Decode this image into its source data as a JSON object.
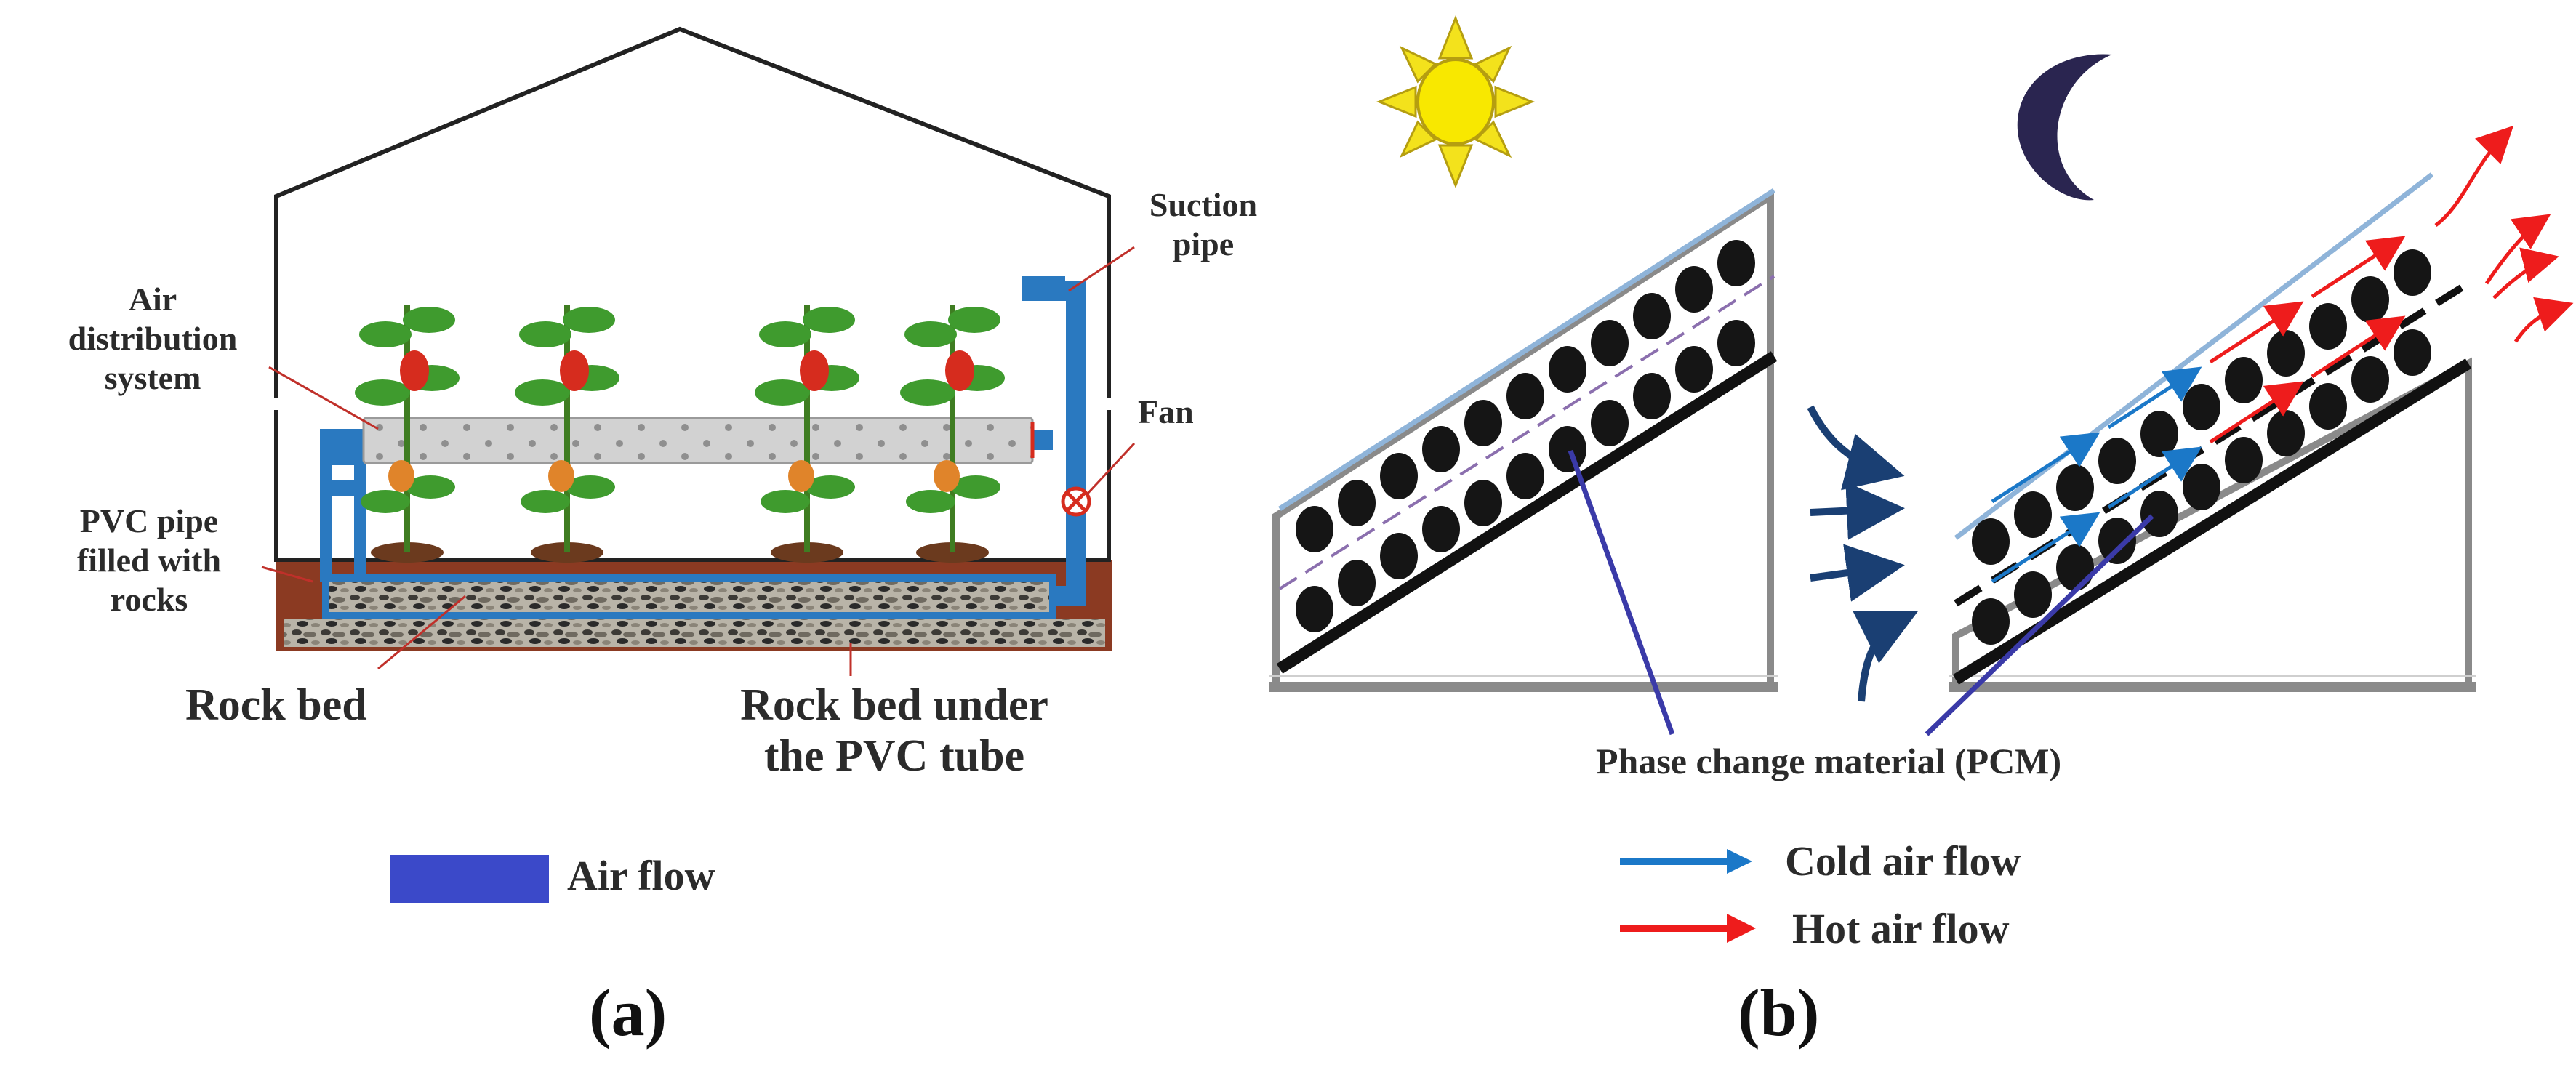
{
  "panel_a": {
    "label": "(a)",
    "labels": {
      "air_distribution": [
        "Air",
        "distribution",
        "system"
      ],
      "pvc_pipe": [
        "PVC  pipe",
        "filled with",
        "rocks"
      ],
      "suction_pipe": [
        "Suction",
        "pipe"
      ],
      "fan": "Fan",
      "rock_bed": "Rock bed",
      "rock_bed_under": [
        "Rock bed under",
        "the PVC tube"
      ]
    },
    "legend": {
      "air_flow": "Air flow",
      "air_flow_color": "#3b49c9"
    }
  },
  "panel_b": {
    "label": "(b)",
    "pcm": "Phase change material (PCM)",
    "legend": {
      "cold": "Cold air flow",
      "hot": "Hot air flow",
      "cold_color": "#1b78c8",
      "hot_color": "#ee1c1c"
    },
    "icons": [
      "sun-icon",
      "moon-icon"
    ]
  },
  "colors": {
    "pipe_blue": "#2a79c0",
    "soil": "#8b3a22",
    "plant_green": "#3f9b2e",
    "pepper_red": "#d62c1e",
    "pcm_pointer": "#3a3aa8"
  }
}
